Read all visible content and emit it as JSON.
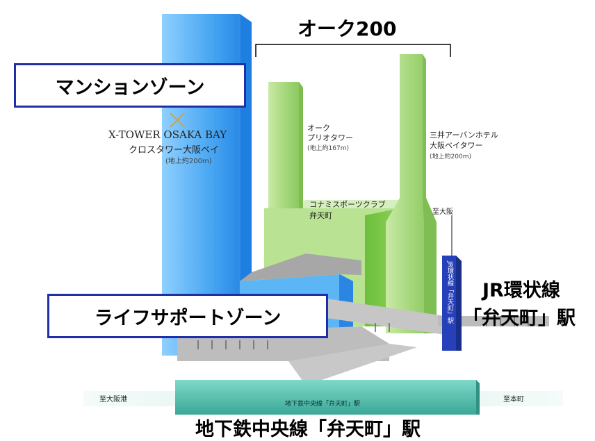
{
  "title": "オーク200",
  "zones": {
    "mansion": "マンションゾーン",
    "lifesupport": "ライフサポートゾーン"
  },
  "buildings": {
    "xtower": {
      "name_en": "X-TOWER OSAKA BAY",
      "name_ja": "クロスタワー大阪ベイ",
      "height": "(地上約200m)"
    },
    "oak_prio": {
      "line1": "オーク",
      "line2": "プリオタワー",
      "height": "(地上約167m)"
    },
    "mitsui_hotel": {
      "line1": "三井アーバンホテル",
      "line2": "大阪ベイタワー",
      "height": "(地上約200m)"
    },
    "konami": {
      "line1": "コナミスポーツクラブ",
      "line2": "弁天町"
    }
  },
  "directions": {
    "osaka": "至大阪",
    "osakako": "至大阪港",
    "honmachi": "至本町"
  },
  "jr_vertical_label": "JR環状線「弁天町」駅",
  "jr_station": {
    "line1": "JR環状線",
    "line2": "「弁天町」駅"
  },
  "subway_bar_label": "地下鉄中央線「弁天町」駅",
  "subway_station": "地下鉄中央線「弁天町」駅",
  "colors": {
    "callout_border": "#1f2fa8",
    "tower_blue": "#4aa8f0",
    "green": "#a8d878",
    "teal": "#5cc0b0",
    "jr_blue": "#2540b8"
  }
}
